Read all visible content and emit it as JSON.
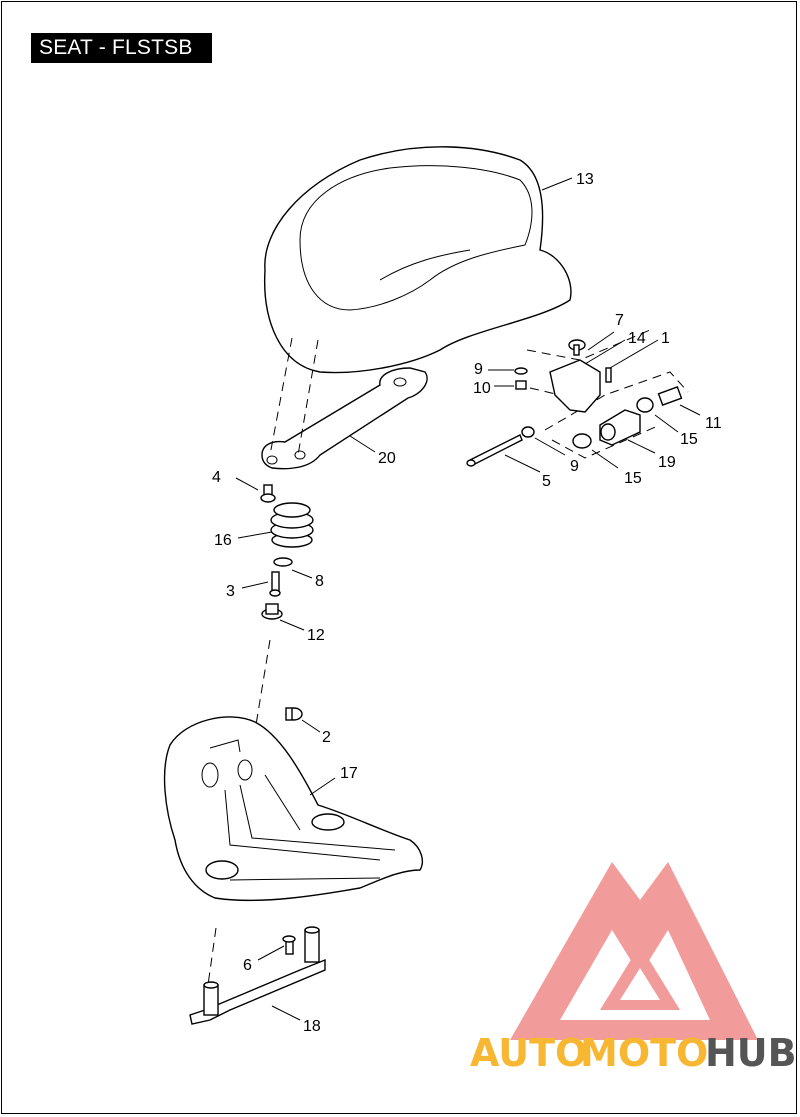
{
  "title": "SEAT - FLSTSB",
  "callouts": [
    {
      "id": "c13",
      "label": "13"
    },
    {
      "id": "c7",
      "label": "7"
    },
    {
      "id": "c14",
      "label": "14"
    },
    {
      "id": "c1",
      "label": "1"
    },
    {
      "id": "c9a",
      "label": "9"
    },
    {
      "id": "c10",
      "label": "10"
    },
    {
      "id": "c11",
      "label": "11"
    },
    {
      "id": "c15a",
      "label": "15"
    },
    {
      "id": "c9b",
      "label": "9"
    },
    {
      "id": "c19",
      "label": "19"
    },
    {
      "id": "c15b",
      "label": "15"
    },
    {
      "id": "c5",
      "label": "5"
    },
    {
      "id": "c20",
      "label": "20"
    },
    {
      "id": "c4",
      "label": "4"
    },
    {
      "id": "c16",
      "label": "16"
    },
    {
      "id": "c8",
      "label": "8"
    },
    {
      "id": "c3",
      "label": "3"
    },
    {
      "id": "c12",
      "label": "12"
    },
    {
      "id": "c2",
      "label": "2"
    },
    {
      "id": "c17",
      "label": "17"
    },
    {
      "id": "c6",
      "label": "6"
    },
    {
      "id": "c18",
      "label": "18"
    }
  ],
  "watermark": {
    "text_auto": "AUTO",
    "text_moto": "MOTO",
    "text_hub": "HUB",
    "color_logo": "#f08a8a",
    "color_auto": "#f7b733",
    "color_hub": "#555555"
  }
}
